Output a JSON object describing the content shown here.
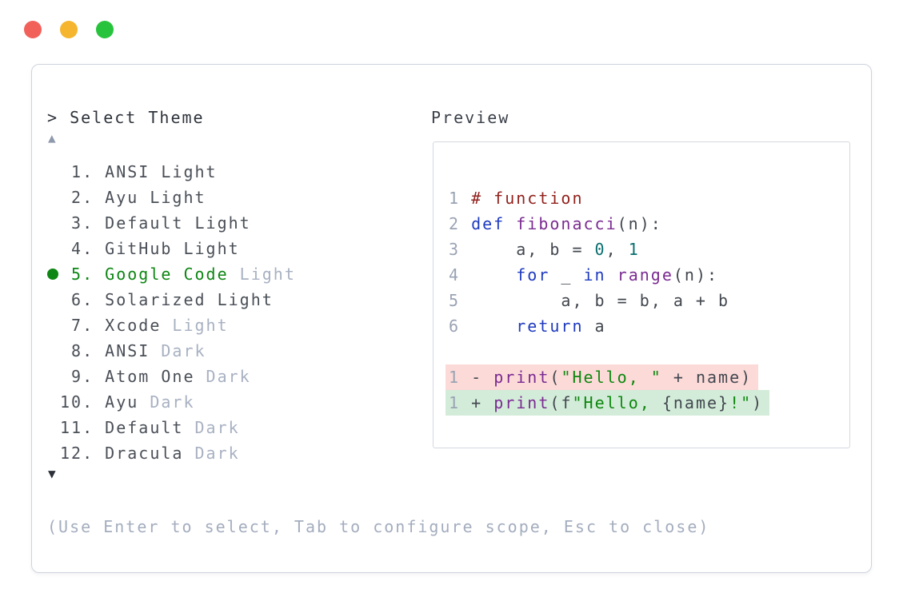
{
  "window_controls": {
    "close_color": "#f2605a",
    "minimize_color": "#f5b52e",
    "zoom_color": "#28c33d"
  },
  "picker": {
    "prompt": "> Select Theme",
    "scroll_up_icon": "▲",
    "scroll_down_icon": "▼",
    "hint": "(Use Enter to select, Tab to configure scope, Esc to close)",
    "selected_item": "Google Code Light",
    "items": [
      {
        "num": " 1. ",
        "name": "ANSI Light",
        "suffix": "",
        "selected": false
      },
      {
        "num": " 2. ",
        "name": "Ayu Light",
        "suffix": "",
        "selected": false
      },
      {
        "num": " 3. ",
        "name": "Default Light",
        "suffix": "",
        "selected": false
      },
      {
        "num": " 4. ",
        "name": "GitHub Light",
        "suffix": "",
        "selected": false
      },
      {
        "num": " 5. ",
        "name": "Google Code",
        "suffix": " Light",
        "selected": true
      },
      {
        "num": " 6. ",
        "name": "Solarized Light",
        "suffix": "",
        "selected": false
      },
      {
        "num": " 7. ",
        "name": "Xcode",
        "suffix": " Light",
        "selected": false
      },
      {
        "num": " 8. ",
        "name": "ANSI",
        "suffix": " Dark",
        "selected": false
      },
      {
        "num": " 9. ",
        "name": "Atom One",
        "suffix": " Dark",
        "selected": false
      },
      {
        "num": "10. ",
        "name": "Ayu",
        "suffix": " Dark",
        "selected": false
      },
      {
        "num": "11. ",
        "name": "Default",
        "suffix": " Dark",
        "selected": false
      },
      {
        "num": "12. ",
        "name": "Dracula",
        "suffix": " Dark",
        "selected": false
      }
    ]
  },
  "preview": {
    "label": "Preview",
    "code_lines": [
      {
        "type": "normal",
        "segments": [
          [
            "ln",
            "1 "
          ],
          [
            "co",
            "# function"
          ]
        ]
      },
      {
        "type": "normal",
        "segments": [
          [
            "ln",
            "2 "
          ],
          [
            "kw",
            "def"
          ],
          [
            "pl",
            " "
          ],
          [
            "ti",
            "fibonacci"
          ],
          [
            "pl",
            "(n):"
          ]
        ]
      },
      {
        "type": "normal",
        "segments": [
          [
            "ln",
            "3 "
          ],
          [
            "pl",
            "    a, b = "
          ],
          [
            "nu",
            "0"
          ],
          [
            "pl",
            ", "
          ],
          [
            "nu",
            "1"
          ]
        ]
      },
      {
        "type": "normal",
        "segments": [
          [
            "ln",
            "4 "
          ],
          [
            "pl",
            "    "
          ],
          [
            "kw",
            "for"
          ],
          [
            "pl",
            " _ "
          ],
          [
            "kw",
            "in"
          ],
          [
            "pl",
            " "
          ],
          [
            "ti",
            "range"
          ],
          [
            "pl",
            "(n):"
          ]
        ]
      },
      {
        "type": "normal",
        "segments": [
          [
            "ln",
            "5 "
          ],
          [
            "pl",
            "        a, b = b, a + b"
          ]
        ]
      },
      {
        "type": "normal",
        "segments": [
          [
            "ln",
            "6 "
          ],
          [
            "pl",
            "    "
          ],
          [
            "kw",
            "return"
          ],
          [
            "pl",
            " a"
          ]
        ]
      },
      {
        "type": "blank",
        "segments": []
      },
      {
        "type": "removed",
        "segments": [
          [
            "ln",
            "1 "
          ],
          [
            "pl",
            "- "
          ],
          [
            "ti",
            "print"
          ],
          [
            "pl",
            "("
          ],
          [
            "st",
            "\"Hello, \""
          ],
          [
            "pl",
            " + name)"
          ]
        ]
      },
      {
        "type": "added",
        "segments": [
          [
            "ln",
            "1 "
          ],
          [
            "pl",
            "+ "
          ],
          [
            "ti",
            "print"
          ],
          [
            "pl",
            "(f"
          ],
          [
            "st",
            "\"Hello, "
          ],
          [
            "pl",
            "{name}"
          ],
          [
            "st",
            "!\""
          ],
          [
            "pl",
            ")"
          ]
        ]
      }
    ]
  },
  "colors": {
    "selected_green": "#0d8613",
    "dim_text": "#a8b1c2",
    "hint_text": "#a4adbe",
    "comment": "#92231e",
    "keyword": "#1f3bbf",
    "function_name": "#7b2b91",
    "string": "#0e870e",
    "number": "#0a6e6e",
    "removed_bg": "#fbdad8",
    "added_bg": "#d3ecd9"
  }
}
